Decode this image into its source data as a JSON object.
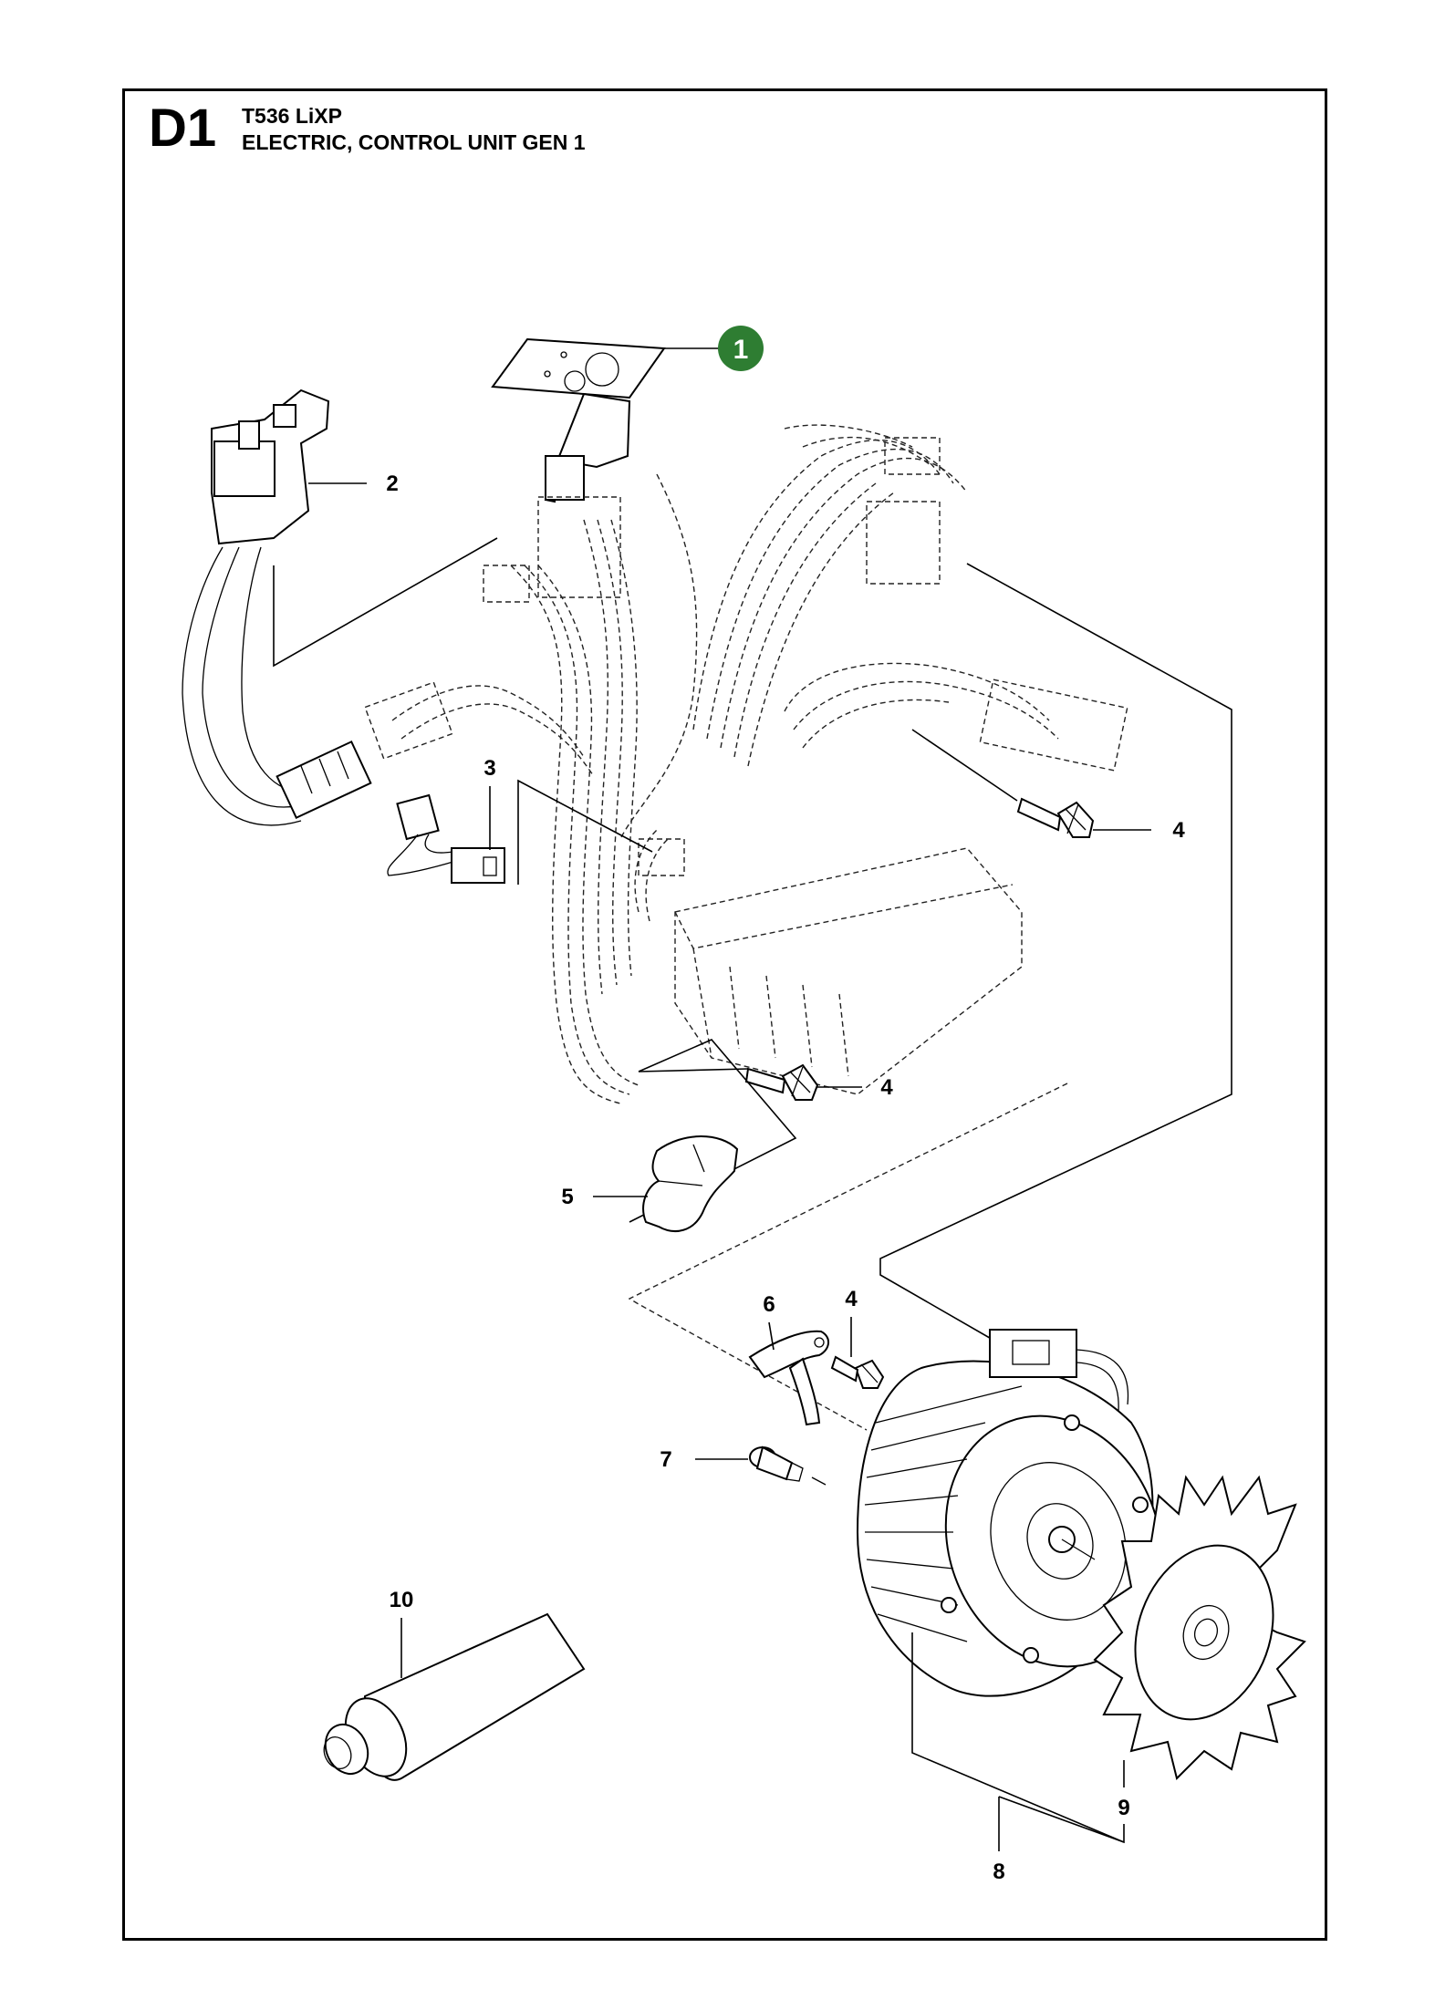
{
  "header": {
    "section_code": "D1",
    "model": "T536 LiXP",
    "description": "ELECTRIC, CONTROL UNIT GEN 1"
  },
  "callouts": {
    "highlight": "1",
    "c2": "2",
    "c3": "3",
    "c4a": "4",
    "c4b": "4",
    "c4c": "4",
    "c5": "5",
    "c6": "6",
    "c7": "7",
    "c8": "8",
    "c9": "9",
    "c10": "10"
  },
  "colors": {
    "highlight_badge": "#2e7d32",
    "line": "#000000"
  }
}
